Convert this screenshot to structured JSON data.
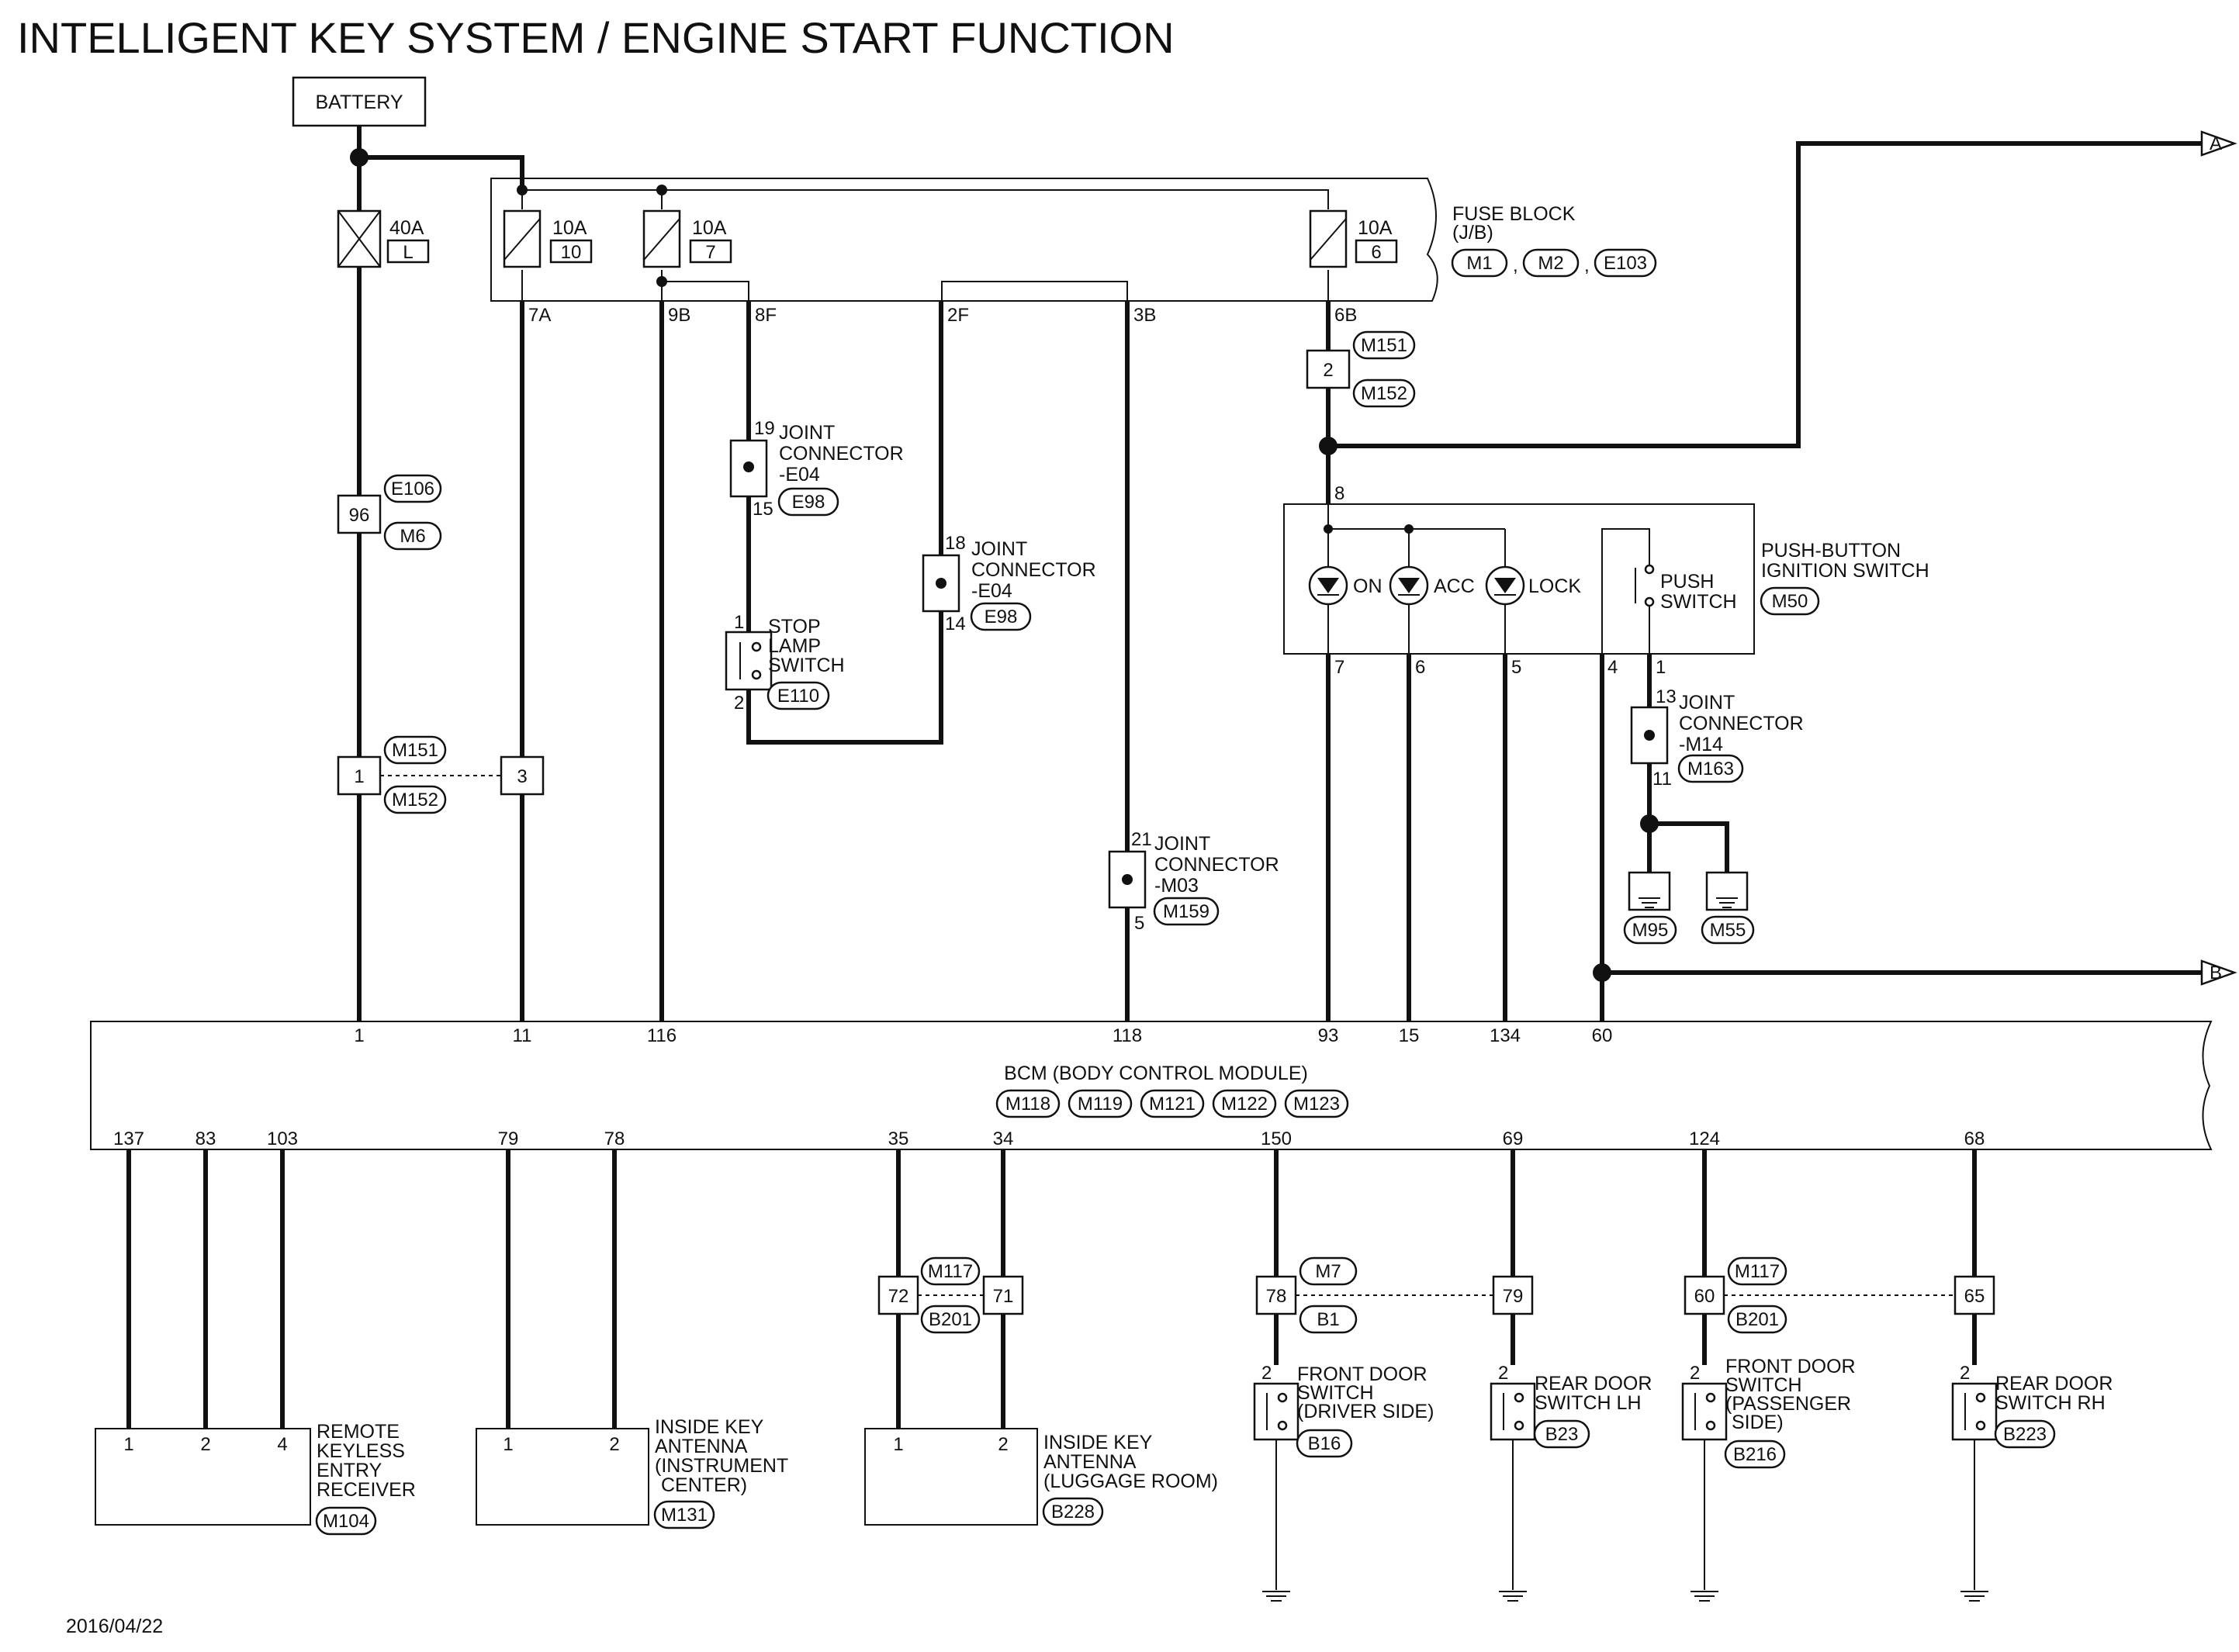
{
  "title": "INTELLIGENT KEY SYSTEM / ENGINE START FUNCTION",
  "date": "2016/04/22",
  "battery": "BATTERY",
  "fuses": {
    "f40": {
      "amp": "40A",
      "id": "L"
    },
    "f10": {
      "amp": "10A",
      "id": "10"
    },
    "f7": {
      "amp": "10A",
      "id": "7"
    },
    "f6": {
      "amp": "10A",
      "id": "6"
    }
  },
  "fuse_block": {
    "name": "FUSE BLOCK",
    "sub": "(J/B)",
    "connectors": [
      "M1",
      "M2",
      "E103"
    ],
    "pins": [
      "7A",
      "9B",
      "8F",
      "2F",
      "3B",
      "6B"
    ]
  },
  "inline": {
    "c96": {
      "pin": "96",
      "conn_a": "E106",
      "conn_b": "M6"
    },
    "c1": {
      "pin": "1",
      "conn_a": "M151",
      "conn_b": "M152"
    },
    "c3": {
      "pin": "3"
    },
    "c2": {
      "pin": "2",
      "conn_a": "M151",
      "conn_b": "M152"
    }
  },
  "jc_e04_a": {
    "line1": "JOINT",
    "line2": "CONNECTOR",
    "line3": "-E04",
    "conn": "E98",
    "pin_top": "19",
    "pin_bot": "15"
  },
  "jc_e04_b": {
    "line1": "JOINT",
    "line2": "CONNECTOR",
    "line3": "-E04",
    "conn": "E98",
    "pin_top": "18",
    "pin_bot": "14"
  },
  "jc_m03": {
    "line1": "JOINT",
    "line2": "CONNECTOR",
    "line3": "-M03",
    "conn": "M159",
    "pin_top": "21",
    "pin_bot": "5"
  },
  "jc_m14": {
    "line1": "JOINT",
    "line2": "CONNECTOR",
    "line3": "-M14",
    "conn": "M163",
    "pin_top": "13",
    "pin_bot": "11"
  },
  "stop_lamp": {
    "line1": "STOP",
    "line2": "LAMP",
    "line3": "SWITCH",
    "conn": "E110",
    "pin_top": "1",
    "pin_bot": "2"
  },
  "ignition": {
    "line1": "PUSH-BUTTON",
    "line2": "IGNITION SWITCH",
    "conn": "M50",
    "on": "ON",
    "acc": "ACC",
    "lock": "LOCK",
    "push1": "PUSH",
    "push2": "SWITCH",
    "pin_in": "8",
    "pins": [
      "7",
      "6",
      "5",
      "4",
      "1"
    ]
  },
  "grounds": [
    "M95",
    "M55"
  ],
  "arrows": {
    "a": "A",
    "b": "B"
  },
  "bcm": {
    "name": "BCM (BODY CONTROL MODULE)",
    "connectors": [
      "M118",
      "M119",
      "M121",
      "M122",
      "M123"
    ],
    "top_pins": [
      "1",
      "11",
      "116",
      "118",
      "93",
      "15",
      "134",
      "60"
    ],
    "bottom_pins": [
      "137",
      "83",
      "103",
      "79",
      "78",
      "35",
      "34",
      "150",
      "69",
      "124",
      "68"
    ]
  },
  "rke": {
    "line1": "REMOTE",
    "line2": "KEYLESS",
    "line3": "ENTRY",
    "line4": "RECEIVER",
    "conn": "M104",
    "pins": [
      "1",
      "2",
      "4"
    ]
  },
  "ika_inst": {
    "line1": "INSIDE KEY",
    "line2": "ANTENNA",
    "line3": "(INSTRUMENT",
    "line4": "CENTER)",
    "conn": "M131",
    "pins": [
      "1",
      "2"
    ]
  },
  "ika_lug": {
    "line1": "INSIDE KEY",
    "line2": "ANTENNA",
    "line3": "(LUGGAGE ROOM)",
    "conn": "B228",
    "pins": [
      "1",
      "2"
    ]
  },
  "ant_conn": {
    "pin_a": "72",
    "pin_b": "71",
    "conn_a": "M117",
    "conn_b": "B201"
  },
  "door_conn_l": {
    "pin_a": "78",
    "pin_b": "79",
    "conn_a": "M7",
    "conn_b": "B1"
  },
  "door_conn_r": {
    "pin_a": "60",
    "pin_b": "65",
    "conn_a": "M117",
    "conn_b": "B201"
  },
  "fd_drv": {
    "line1": "FRONT DOOR",
    "line2": "SWITCH",
    "line3": "(DRIVER SIDE)",
    "conn": "B16",
    "pin": "2"
  },
  "rd_lh": {
    "line1": "REAR DOOR",
    "line2": "SWITCH LH",
    "conn": "B23",
    "pin": "2"
  },
  "fd_pas": {
    "line1": "FRONT DOOR",
    "line2": "SWITCH",
    "line3": "(PASSENGER",
    "line4": "SIDE)",
    "conn": "B216",
    "pin": "2"
  },
  "rd_rh": {
    "line1": "REAR DOOR",
    "line2": "SWITCH RH",
    "conn": "B223",
    "pin": "2"
  }
}
